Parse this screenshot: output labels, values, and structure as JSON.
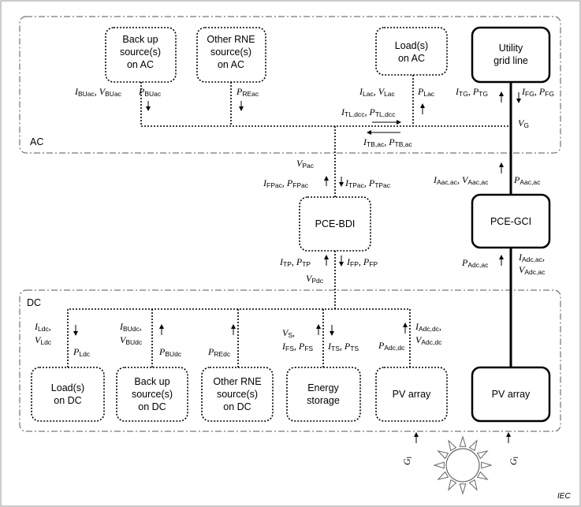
{
  "areas": {
    "ac": "AC",
    "dc": "DC"
  },
  "boxes": {
    "backup_ac": [
      "Back up",
      "source(s)",
      "on AC"
    ],
    "rne_ac": [
      "Other RNE",
      "source(s)",
      "on AC"
    ],
    "load_ac": [
      "Load(s)",
      "on AC"
    ],
    "utility": [
      "Utility",
      "grid line"
    ],
    "pce_bdi": [
      "PCE-BDI"
    ],
    "pce_gci": [
      "PCE-GCI"
    ],
    "load_dc": [
      "Load(s)",
      "on DC"
    ],
    "backup_dc": [
      "Back up",
      "source(s)",
      "on DC"
    ],
    "rne_dc": [
      "Other RNE",
      "source(s)",
      "on DC"
    ],
    "storage": [
      "Energy",
      "storage"
    ],
    "pv_dc": [
      "PV array"
    ],
    "pv_gci": [
      "PV array"
    ]
  },
  "labels": {
    "i_buac": {
      "v": "I",
      "s": "BUac"
    },
    "v_buac": {
      "v": "V",
      "s": "BUac"
    },
    "p_buac": {
      "v": "P",
      "s": "BUac"
    },
    "p_reac": {
      "v": "P",
      "s": "REac"
    },
    "i_lac": {
      "v": "I",
      "s": "Lac"
    },
    "v_lac": {
      "v": "V",
      "s": "Lac"
    },
    "p_lac": {
      "v": "P",
      "s": "Lac"
    },
    "i_tl": {
      "v": "I",
      "s": "TL,dcc"
    },
    "p_tl": {
      "v": "P",
      "s": "TL,dcc"
    },
    "i_tb": {
      "v": "I",
      "s": "TB,ac"
    },
    "p_tb": {
      "v": "P",
      "s": "TB,ac"
    },
    "i_tg": {
      "v": "I",
      "s": "TG"
    },
    "p_tg": {
      "v": "P",
      "s": "TG"
    },
    "i_fg": {
      "v": "I",
      "s": "FG"
    },
    "p_fg": {
      "v": "P",
      "s": "FG"
    },
    "v_g": {
      "v": "V",
      "s": "G"
    },
    "v_pac": {
      "v": "V",
      "s": "Pac"
    },
    "i_fpac": {
      "v": "I",
      "s": "FPac"
    },
    "p_fpac": {
      "v": "P",
      "s": "FPac"
    },
    "i_tpac": {
      "v": "I",
      "s": "TPac"
    },
    "p_tpac": {
      "v": "P",
      "s": "TPac"
    },
    "i_aac": {
      "v": "I",
      "s": "Aac,ac"
    },
    "v_aac": {
      "v": "V",
      "s": "Aac,ac"
    },
    "p_aac": {
      "v": "P",
      "s": "Aac,ac"
    },
    "i_tp": {
      "v": "I",
      "s": "TP"
    },
    "p_tp": {
      "v": "P",
      "s": "TP"
    },
    "i_fp": {
      "v": "I",
      "s": "FP"
    },
    "p_fp": {
      "v": "P",
      "s": "FP"
    },
    "v_pdc": {
      "v": "V",
      "s": "Pdc"
    },
    "p_adcac": {
      "v": "P",
      "s": "Adc,ac"
    },
    "i_adcac": {
      "v": "I",
      "s": "Adc,ac"
    },
    "v_adcac": {
      "v": "V",
      "s": "Adc,ac"
    },
    "i_ldc": {
      "v": "I",
      "s": "Ldc"
    },
    "v_ldc": {
      "v": "V",
      "s": "Ldc"
    },
    "p_ldc": {
      "v": "P",
      "s": "Ldc"
    },
    "i_budc": {
      "v": "I",
      "s": "BUdc"
    },
    "v_budc": {
      "v": "V",
      "s": "BUdc"
    },
    "p_budc": {
      "v": "P",
      "s": "BUdc"
    },
    "p_redc": {
      "v": "P",
      "s": "REdc"
    },
    "v_s": {
      "v": "V",
      "s": "S"
    },
    "i_fs": {
      "v": "I",
      "s": "FS"
    },
    "p_fs": {
      "v": "P",
      "s": "FS"
    },
    "i_ts": {
      "v": "I",
      "s": "TS"
    },
    "p_ts": {
      "v": "P",
      "s": "TS"
    },
    "i_adcdc": {
      "v": "I",
      "s": "Adc,dc"
    },
    "v_adcdc": {
      "v": "V",
      "s": "Adc,dc"
    },
    "p_adcdc": {
      "v": "P",
      "s": "Adc,dc"
    },
    "g_i1": {
      "v": "G",
      "s": "I"
    },
    "g_i2": {
      "v": "G",
      "s": "I"
    }
  },
  "footer": {
    "iec": "IEC"
  }
}
